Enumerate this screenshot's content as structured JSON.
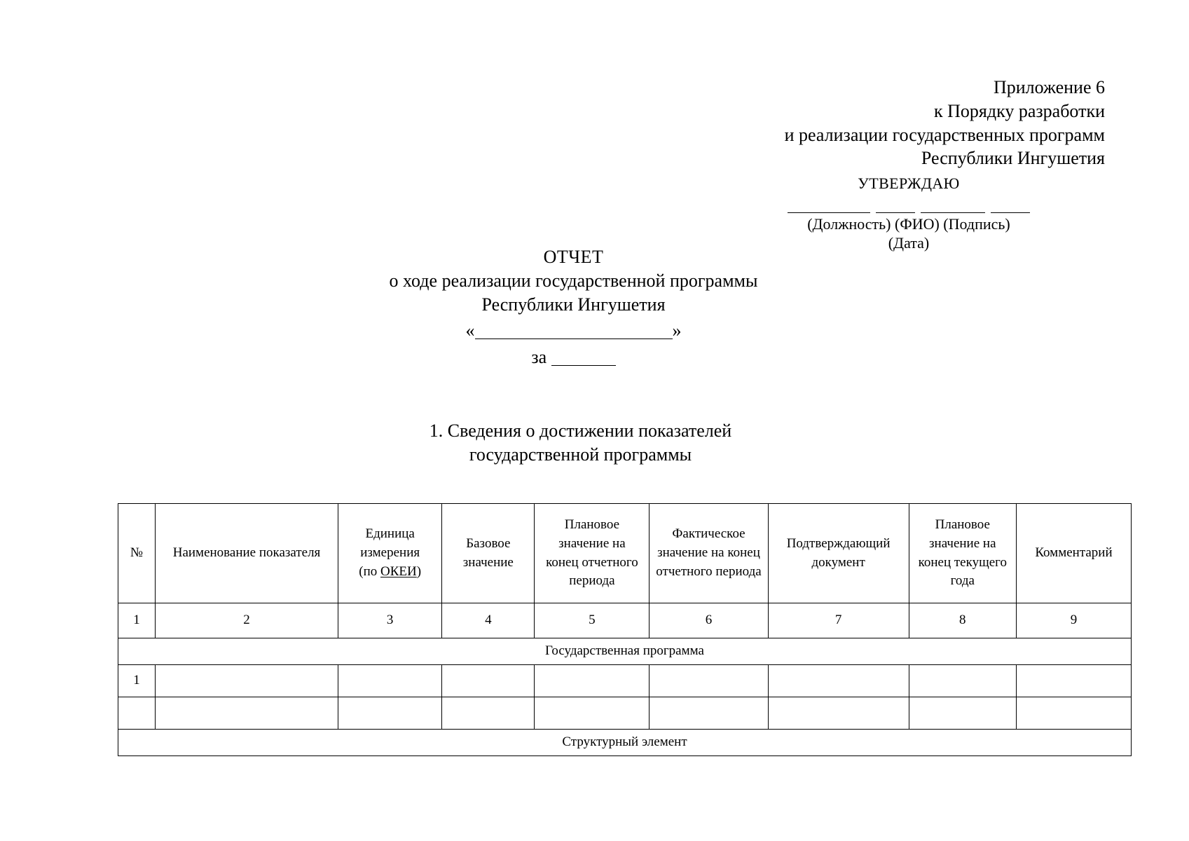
{
  "appendix": {
    "lines": [
      "Приложение 6",
      "к Порядку разработки",
      "и реализации государственных программ",
      "Республики Ингушетия"
    ]
  },
  "approve": {
    "word": "УТВЕРЖДАЮ",
    "labels": "(Должность) (ФИО) (Подпись)",
    "date_label": "(Дата)"
  },
  "title": {
    "line1": "ОТЧЕТ",
    "line2": "о ходе реализации государственной программы",
    "line3": "Республики Ингушетия",
    "quote_open": "«",
    "quote_close": "»",
    "za_label": "за"
  },
  "section": {
    "line1": "1. Сведения о достижении показателей",
    "line2": "государственной программы"
  },
  "table": {
    "headers": [
      "№",
      "Наименование показателя",
      "Единица измерения (по ОКЕИ)",
      "Базовое значение",
      "Плановое значение на конец отчетного периода",
      "Фактическое значение на конец отчетного периода",
      "Подтверждающий документ",
      "Плановое значение на конец текущего года",
      "Комментарий"
    ],
    "header_parts": {
      "num": "№",
      "name": "Наименование показателя",
      "unit_l1": "Единица",
      "unit_l2": "измерения",
      "unit_l3_pre": "(по ",
      "unit_l3_abbr": "ОКЕИ",
      "unit_l3_post": ")",
      "base_l1": "Базовое",
      "base_l2": "значение",
      "plan_l1": "Плановое",
      "plan_l2": "значение на",
      "plan_l3": "конец отчетного",
      "plan_l4": "периода",
      "fact_l1": "Фактическое",
      "fact_l2": "значение на конец",
      "fact_l3": "отчетного периода",
      "doc_l1": "Подтверждающий",
      "doc_l2": "документ",
      "cur_l1": "Плановое",
      "cur_l2": "значение на",
      "cur_l3": "конец текущего",
      "cur_l4": "года",
      "comment": "Комментарий"
    },
    "column_numbers": [
      "1",
      "2",
      "3",
      "4",
      "5",
      "6",
      "7",
      "8",
      "9"
    ],
    "group_row_1": "Государственная программа",
    "data_row_1_num": "1",
    "data_row_2_num": "",
    "group_row_2": "Структурный элемент"
  }
}
